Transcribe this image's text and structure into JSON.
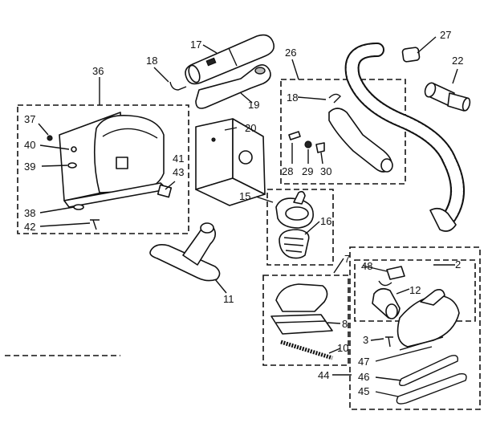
{
  "diagram": {
    "labels": {
      "p2": "2",
      "p3": "3",
      "p7": "7",
      "p8": "8",
      "p10": "10",
      "p11": "11",
      "p12": "12",
      "p15": "15",
      "p16": "16",
      "p17": "17",
      "p18a": "18",
      "p18b": "18",
      "p19": "19",
      "p20": "20",
      "p22": "22",
      "p26": "26",
      "p27": "27",
      "p28": "28",
      "p29": "29",
      "p30": "30",
      "p36": "36",
      "p37": "37",
      "p38": "38",
      "p39": "39",
      "p40": "40",
      "p41": "41",
      "p42": "42",
      "p43": "43",
      "p44": "44",
      "p45": "45",
      "p46": "46",
      "p47": "47",
      "p48": "48"
    }
  }
}
